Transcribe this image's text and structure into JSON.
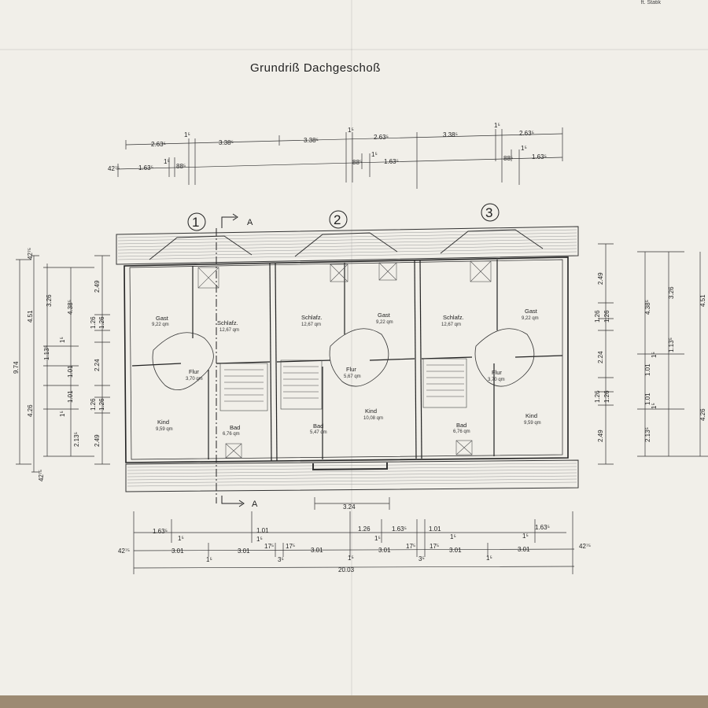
{
  "header": {
    "title": "Grundriß Dachgeschoß",
    "corner_note": "ft. Statik"
  },
  "axes": [
    {
      "label": "1"
    },
    {
      "label": "2"
    },
    {
      "label": "3"
    }
  ],
  "section": {
    "label_top": "A",
    "label_bottom": "A"
  },
  "rooms": [
    {
      "name": "Gast",
      "area": "9,22 qm"
    },
    {
      "name": "Schlafz.",
      "area": "12,67 qm"
    },
    {
      "name": "Flur",
      "area": "3,70 qm"
    },
    {
      "name": "Kind",
      "area": "9,59 qm"
    },
    {
      "name": "Bad",
      "area": "6,76 qm"
    },
    {
      "name": "Schlafz.",
      "area": "12,67 qm"
    },
    {
      "name": "Gast",
      "area": "9,22 qm"
    },
    {
      "name": "Flur",
      "area": "5,67 qm"
    },
    {
      "name": "Kind",
      "area": "10,08 qm"
    },
    {
      "name": "Bad",
      "area": "5,47 qm"
    },
    {
      "name": "Schlafz.",
      "area": "12,67 qm"
    },
    {
      "name": "Gast",
      "area": "9,22 qm"
    },
    {
      "name": "Flur",
      "area": "3,70 qm"
    },
    {
      "name": "Kind",
      "area": "9,59 qm"
    },
    {
      "name": "Bad",
      "area": "6,76 qm"
    }
  ],
  "dimensions": {
    "top_row1": [
      "2.63⁵",
      "1⁵",
      "3.38⁵",
      "3.38⁵",
      "1⁵",
      "2.63⁵",
      "3.38⁵",
      "1⁵",
      "2.63⁵"
    ],
    "top_row2": [
      "42⁷⁵",
      "1.63⁵",
      "1⁵",
      "88⁵",
      "88⁵",
      "1⁵",
      "1.63⁵",
      "88⁵",
      "1⁵",
      "1.63⁵"
    ],
    "left_outer": [
      "9.74",
      "42⁷⁵",
      "4.51",
      "4.26",
      "42⁷⁵"
    ],
    "left_mid": [
      "3.26",
      "1.13⁵",
      "2.13⁵",
      "1⁵",
      "1⁵"
    ],
    "left_inner": [
      "4.38⁵",
      "1.01",
      "1.01"
    ],
    "left_wall": [
      "2.49",
      "1.26",
      "1.26",
      "2.24",
      "1.26",
      "1.26",
      "2.49"
    ],
    "right_wall": [
      "2.49",
      "1.26",
      "1.26",
      "2.24",
      "1.26",
      "1.26",
      "2.49"
    ],
    "right_inner": [
      "4.38⁵",
      "1.01",
      "1.01",
      "1⁵",
      "1⁵"
    ],
    "right_mid": [
      "3.26",
      "1.13⁵",
      "2.13⁵"
    ],
    "right_outer": [
      "4.51",
      "4.26"
    ],
    "bottom_row0": [
      "3.24"
    ],
    "bottom_row1": [
      "1.63⁵",
      "1⁵",
      "1.01",
      "1⁵",
      "1.26",
      "1⁵",
      "1.63⁵",
      "1.01",
      "1⁵",
      "1.63⁵",
      "1⁵"
    ],
    "bottom_row2": [
      "42⁷⁵",
      "3.01",
      "1⁵",
      "3.01",
      "17⁵",
      "3⁵",
      "17⁵",
      "3.01",
      "1⁵",
      "3.01",
      "17⁵",
      "3⁵",
      "17⁵",
      "3.01",
      "1⁵",
      "3.01",
      "42⁷⁵"
    ],
    "total": "20.03"
  }
}
